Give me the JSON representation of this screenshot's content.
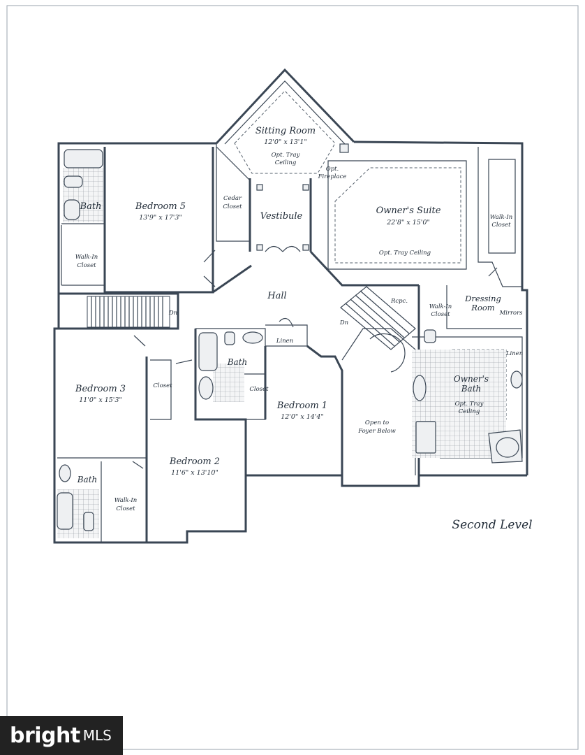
{
  "plan": {
    "title": "Second Level",
    "rooms": {
      "sitting_room": {
        "name": "Sitting Room",
        "dim": "12'0\" x 13'1\"",
        "note1": "Opt. Tray",
        "note2": "Ceiling"
      },
      "opt_fireplace": {
        "line1": "Opt.",
        "line2": "Fireplace"
      },
      "cedar_closet": {
        "line1": "Cedar",
        "line2": "Closet"
      },
      "vestibule": {
        "name": "Vestibule"
      },
      "owners_suite": {
        "name": "Owner's Suite",
        "dim": "22'8\" x 15'0\"",
        "note": "Opt. Tray Ceiling"
      },
      "owner_walk_in": {
        "line1": "Walk-In",
        "line2": "Closet"
      },
      "bedroom5": {
        "name": "Bedroom 5",
        "dim": "13'9\" x 17'3\""
      },
      "bath_bed5": {
        "name": "Bath"
      },
      "walk_in_bed5": {
        "line1": "Walk-In",
        "line2": "Closet"
      },
      "hall": {
        "name": "Hall"
      },
      "dn_left": "Dn",
      "dn_right": "Dn",
      "recpc": "Rcpc.",
      "dressing_walk_in": {
        "line1": "Walk-In",
        "line2": "Closet"
      },
      "dressing_room": {
        "line1": "Dressing",
        "line2": "Room"
      },
      "mirrors": "Mirrors",
      "linen_right": "Linen",
      "owners_bath": {
        "line1": "Owner's",
        "line2": "Bath",
        "note1": "Opt. Tray",
        "note2": "Ceiling"
      },
      "linen_hall": "Linen",
      "bath_center": {
        "name": "Bath"
      },
      "closet_bed2": "Closet",
      "closet_bed1": "Closet",
      "bedroom3": {
        "name": "Bedroom 3",
        "dim": "11'0\" x 15'3\""
      },
      "bedroom1": {
        "name": "Bedroom 1",
        "dim": "12'0\" x 14'4\""
      },
      "open_foyer": {
        "line1": "Open to",
        "line2": "Foyer Below"
      },
      "bedroom2": {
        "name": "Bedroom 2",
        "dim": "11'6\" x 13'10\""
      },
      "bath_bed3": {
        "name": "Bath"
      },
      "walk_in_bed3": {
        "line1": "Walk-In",
        "line2": "Closet"
      }
    }
  },
  "logo": {
    "brand": "bright",
    "suffix": "MLS"
  },
  "colors": {
    "line": "#3a4654",
    "text": "#1f2a36",
    "logo_bg": "#222222"
  }
}
